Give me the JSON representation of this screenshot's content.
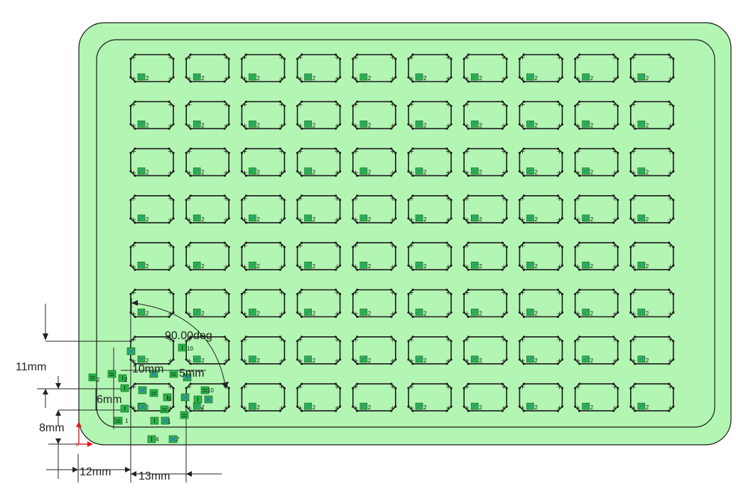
{
  "sketch": {
    "rows": 8,
    "cols": 10,
    "relation_tag": "2",
    "origin_axis_colors": {
      "x": "#e8141b",
      "y": "#e8141b"
    },
    "colors": {
      "fill": "#b3f5b3",
      "outline": "#1a1a1a",
      "relation_green": "#2bb54a",
      "relation_blue": "#3c6fd1"
    }
  },
  "dimensions": {
    "angle": "90.00deg",
    "height_11": "11mm",
    "height_6": "6mm",
    "height_8": "8mm",
    "width_12": "12mm",
    "width_13": "13mm",
    "width_10": "10mm",
    "width_5": "5mm"
  },
  "relation_labels": {
    "r10a": "10",
    "r10b": "10",
    "r2a": "2",
    "r2b": "2",
    "r0": "0",
    "r1a": "1",
    "r1b": "1",
    "r4": "4",
    "r7": "7",
    "r2c": "2"
  }
}
